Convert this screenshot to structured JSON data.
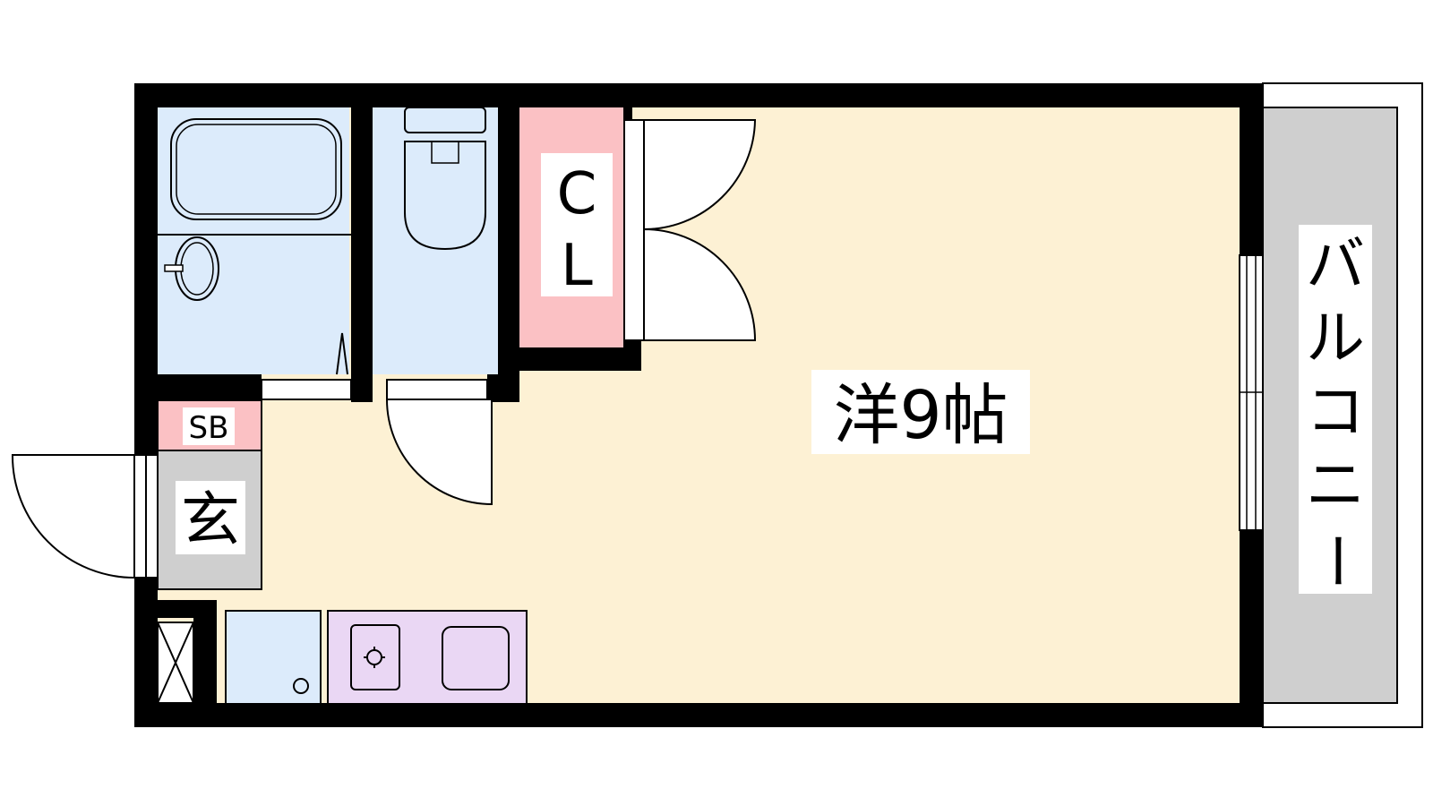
{
  "rooms": {
    "western_room": "洋9帖",
    "closet": {
      "line1": "C",
      "line2": "L"
    },
    "shoe_box": "SB",
    "entrance": "玄",
    "balcony": [
      "バ",
      "ル",
      "コ",
      "ニ",
      "ー"
    ]
  },
  "colors": {
    "western_room": "#fdf1d4",
    "wet_area": "#dcebfb",
    "closet": "#fbc1c4",
    "kitchen": "#ead7f4",
    "entrance": "#cfcfcf",
    "balcony": "#cfcfcf",
    "wall": "#000000"
  }
}
